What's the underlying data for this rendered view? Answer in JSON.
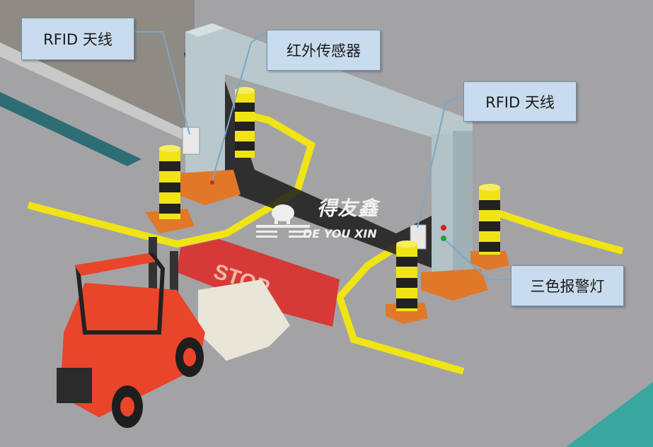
{
  "labels": {
    "rfid_antenna_left": "RFID 天线",
    "infrared_sensor": "红外传感器",
    "rfid_antenna_right": "RFID 天线",
    "tricolor_alarm_light": "三色报警灯"
  },
  "floor_marking": "STOP",
  "watermark": {
    "cn": "得友鑫",
    "en": "DE YOU XIN"
  },
  "colors": {
    "floor": "#a3a3a5",
    "gate": "#b8c8cc",
    "safety_yellow": "#f0e415",
    "stop_red": "#d63a36",
    "forklift": "#e8452a",
    "label_bg": "#c9dcee"
  }
}
